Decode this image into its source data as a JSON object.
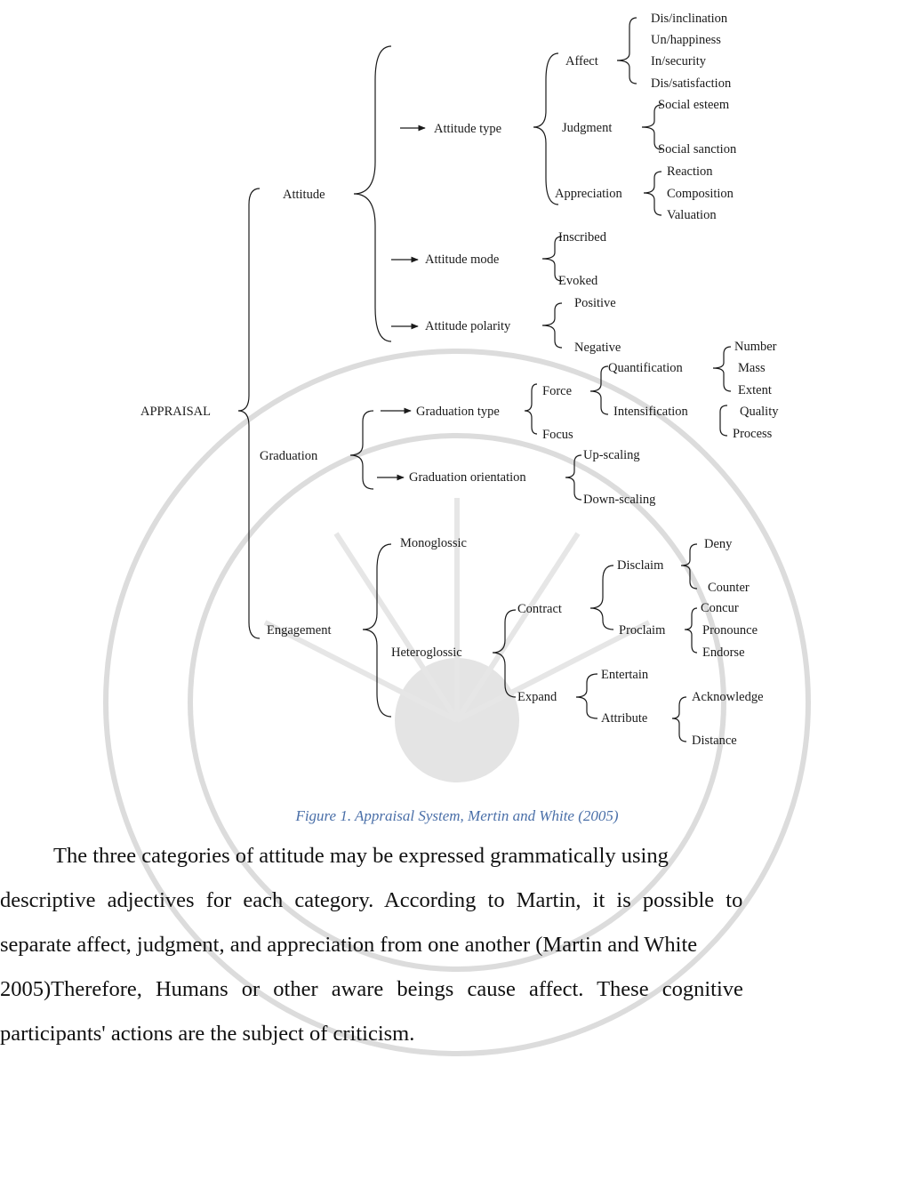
{
  "diagram": {
    "root": "APPRAISAL",
    "attitude": {
      "label": "Attitude",
      "attitude_type": "Attitude type",
      "affect": "Affect",
      "affect_items": [
        "Dis/inclination",
        "Un/happiness",
        "In/security",
        "Dis/satisfaction"
      ],
      "judgment": "Judgment",
      "judgment_items": [
        "Social esteem",
        "Social sanction"
      ],
      "appreciation": "Appreciation",
      "appreciation_items": [
        "Reaction",
        "Composition",
        "Valuation"
      ],
      "attitude_mode": "Attitude mode",
      "mode_items": [
        "Inscribed",
        "Evoked"
      ],
      "attitude_polarity": "Attitude polarity",
      "polarity_items": [
        "Positive",
        "Negative"
      ]
    },
    "graduation": {
      "label": "Graduation",
      "graduation_type": "Graduation type",
      "force": "Force",
      "focus": "Focus",
      "quantification": "Quantification",
      "quantification_items": [
        "Number",
        "Mass",
        "Extent"
      ],
      "intensification": "Intensification",
      "intensification_items": [
        "Quality",
        "Process"
      ],
      "graduation_orientation": "Graduation orientation",
      "orientation_items": [
        "Up-scaling",
        "Down-scaling"
      ]
    },
    "engagement": {
      "label": "Engagement",
      "monoglossic": "Monoglossic",
      "heteroglossic": "Heteroglossic",
      "contract": "Contract",
      "disclaim": "Disclaim",
      "disclaim_items": [
        "Deny",
        "Counter"
      ],
      "proclaim": "Proclaim",
      "proclaim_items": [
        "Concur",
        "Pronounce",
        "Endorse"
      ],
      "expand": "Expand",
      "entertain": "Entertain",
      "attribute": "Attribute",
      "attribute_items": [
        "Acknowledge",
        "Distance"
      ]
    }
  },
  "caption": "Figure 1. Appraisal System, Mertin and White (2005)",
  "paragraph_lines": [
    "The three categories of attitude may be expressed grammatically using",
    "descriptive adjectives for each category. According to Martin, it is possible to",
    "separate affect, judgment, and appreciation from one another (Martin and White",
    "2005)Therefore, Humans or other aware beings cause affect. These cognitive",
    "participants' actions are the subject of criticism."
  ]
}
